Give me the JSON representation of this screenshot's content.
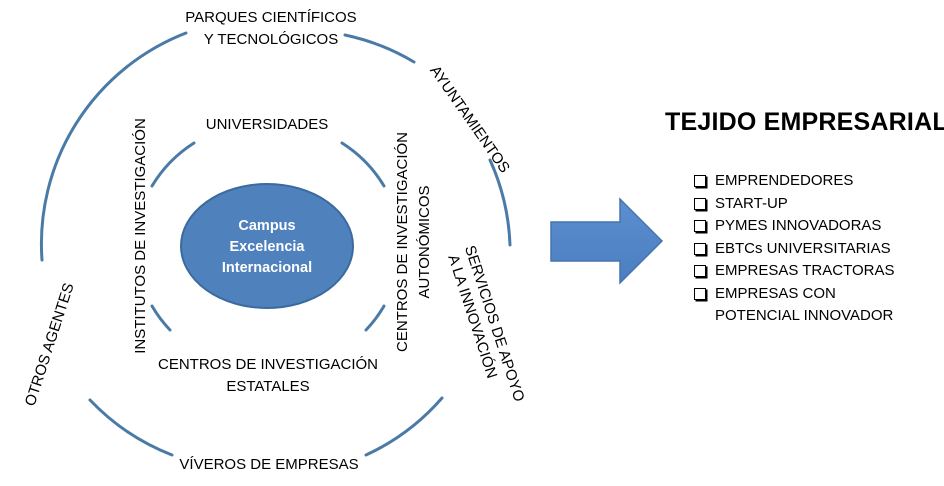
{
  "diagram": {
    "center": {
      "line1": "Campus",
      "line2": "Excelencia",
      "line3": "Internacional",
      "color": "#4f81bd"
    },
    "inner_ring": {
      "top": "UNIVERSIDADES",
      "left": "INSTITUTOS DE INVESTIGACIÓN",
      "right_line1": "CENTROS DE INVESTIGACIÓN",
      "right_line2": "AUTONÓMICOS",
      "bottom_line1": "CENTROS DE INVESTIGACIÓN",
      "bottom_line2": "ESTATALES"
    },
    "outer_ring": {
      "top_line1": "PARQUES CIENTÍFICOS",
      "top_line2": "Y TECNOLÓGICOS",
      "upper_right": "AYUNTAMIENTOS",
      "right_line1": "SERVICIOS DE APOYO",
      "right_line2": "A LA INNOVACIÓN",
      "bottom": "VÍVEROS DE EMPRESAS",
      "left": "OTROS AGENTES"
    },
    "ring_color": "#4a7ba7",
    "arrow_color": "#4f81bd"
  },
  "tejido": {
    "title": "TEJIDO EMPRESARIAL",
    "items": [
      "EMPRENDEDORES",
      "START-UP",
      "PYMES INNOVADORAS",
      "EBTCs UNIVERSITARIAS",
      "EMPRESAS TRACTORAS",
      "EMPRESAS CON\nPOTENCIAL INNOVADOR"
    ]
  }
}
